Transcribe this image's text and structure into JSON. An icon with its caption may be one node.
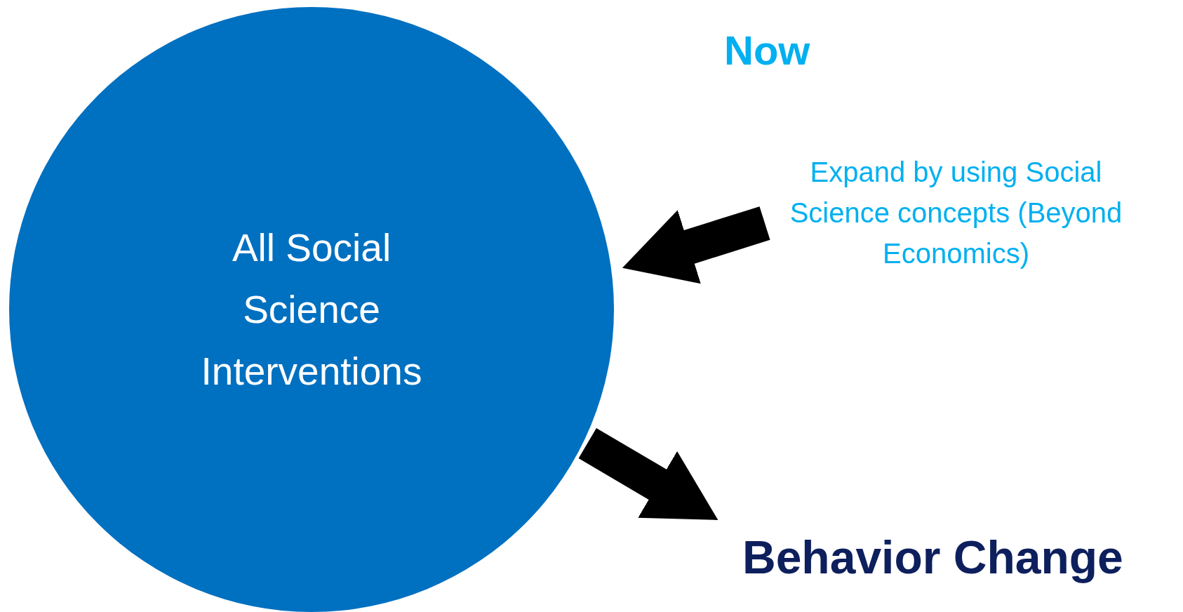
{
  "diagram": {
    "nodes": [
      {
        "text": [
          "All Social Science Interventions"
        ]
      },
      {
        "text": [
          "Expand by using Social Science concepts (Beyond Economics)"
        ]
      },
      {
        "text": [
          "Behavior Change"
        ]
      }
    ],
    "edges": [
      {
        "from": 1,
        "to": 0,
        "arrow": "to"
      },
      {
        "from": 0,
        "to": 2,
        "arrow": "to"
      }
    ],
    "labels": [
      "Now"
    ]
  }
}
